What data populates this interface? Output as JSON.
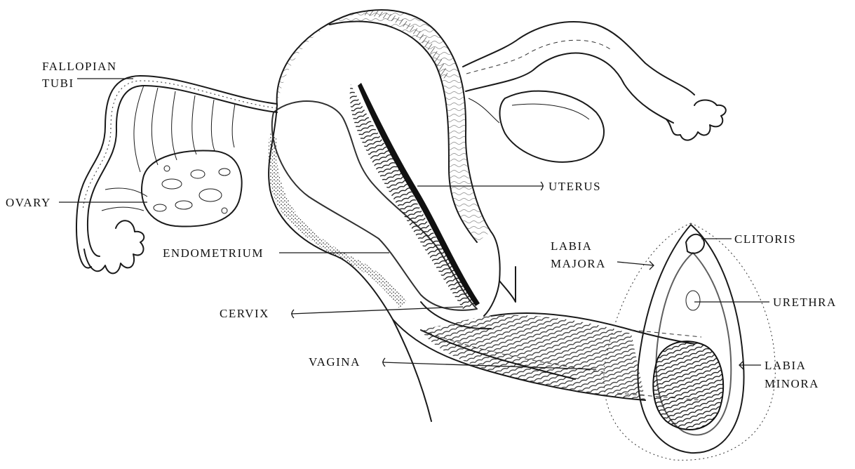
{
  "labels": {
    "fallopian_tube_line1": "FALLOPIAN",
    "fallopian_tube_line2": "TUBI",
    "ovary": "OVARY",
    "uterus": "UTERUS",
    "endometrium": "ENDOMETRIUM",
    "cervix": "CERVIX",
    "vagina": "VAGINA",
    "clitoris": "CLITORIS",
    "labia_majora_line1": "LABIA",
    "labia_majora_line2": "MAJORA",
    "urethra": "URETHRA",
    "labia_minora_line1": "LABIA",
    "labia_minora_line2": "MINORA"
  }
}
